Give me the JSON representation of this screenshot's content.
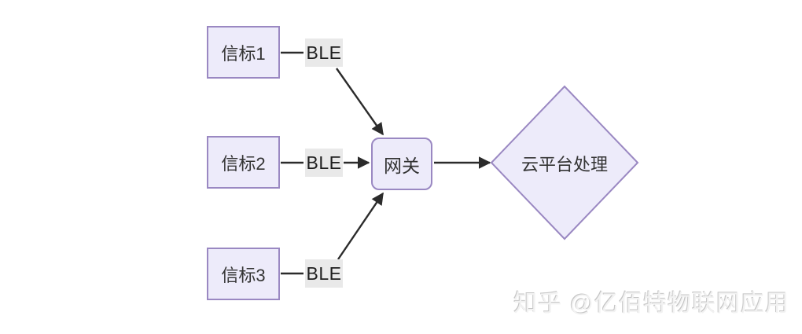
{
  "diagram": {
    "nodes": {
      "beacon1": "信标1",
      "beacon2": "信标2",
      "beacon3": "信标3",
      "gateway": "网关",
      "cloud": "云平台处理"
    },
    "edge_label": "BLE",
    "edges": [
      {
        "from": "beacon1",
        "via": "BLE",
        "to": "gateway"
      },
      {
        "from": "beacon2",
        "via": "BLE",
        "to": "gateway"
      },
      {
        "from": "beacon3",
        "via": "BLE",
        "to": "gateway"
      },
      {
        "from": "gateway",
        "to": "cloud"
      }
    ],
    "colors": {
      "node_fill": "#edebfa",
      "node_border": "#9a88c2",
      "edge_label_bg": "#e9e9e9",
      "connector": "#2b2b2b",
      "text": "#333333"
    }
  },
  "watermark": {
    "text": "知乎 @亿佰特物联网应用",
    "color": "#d9d9d9"
  }
}
